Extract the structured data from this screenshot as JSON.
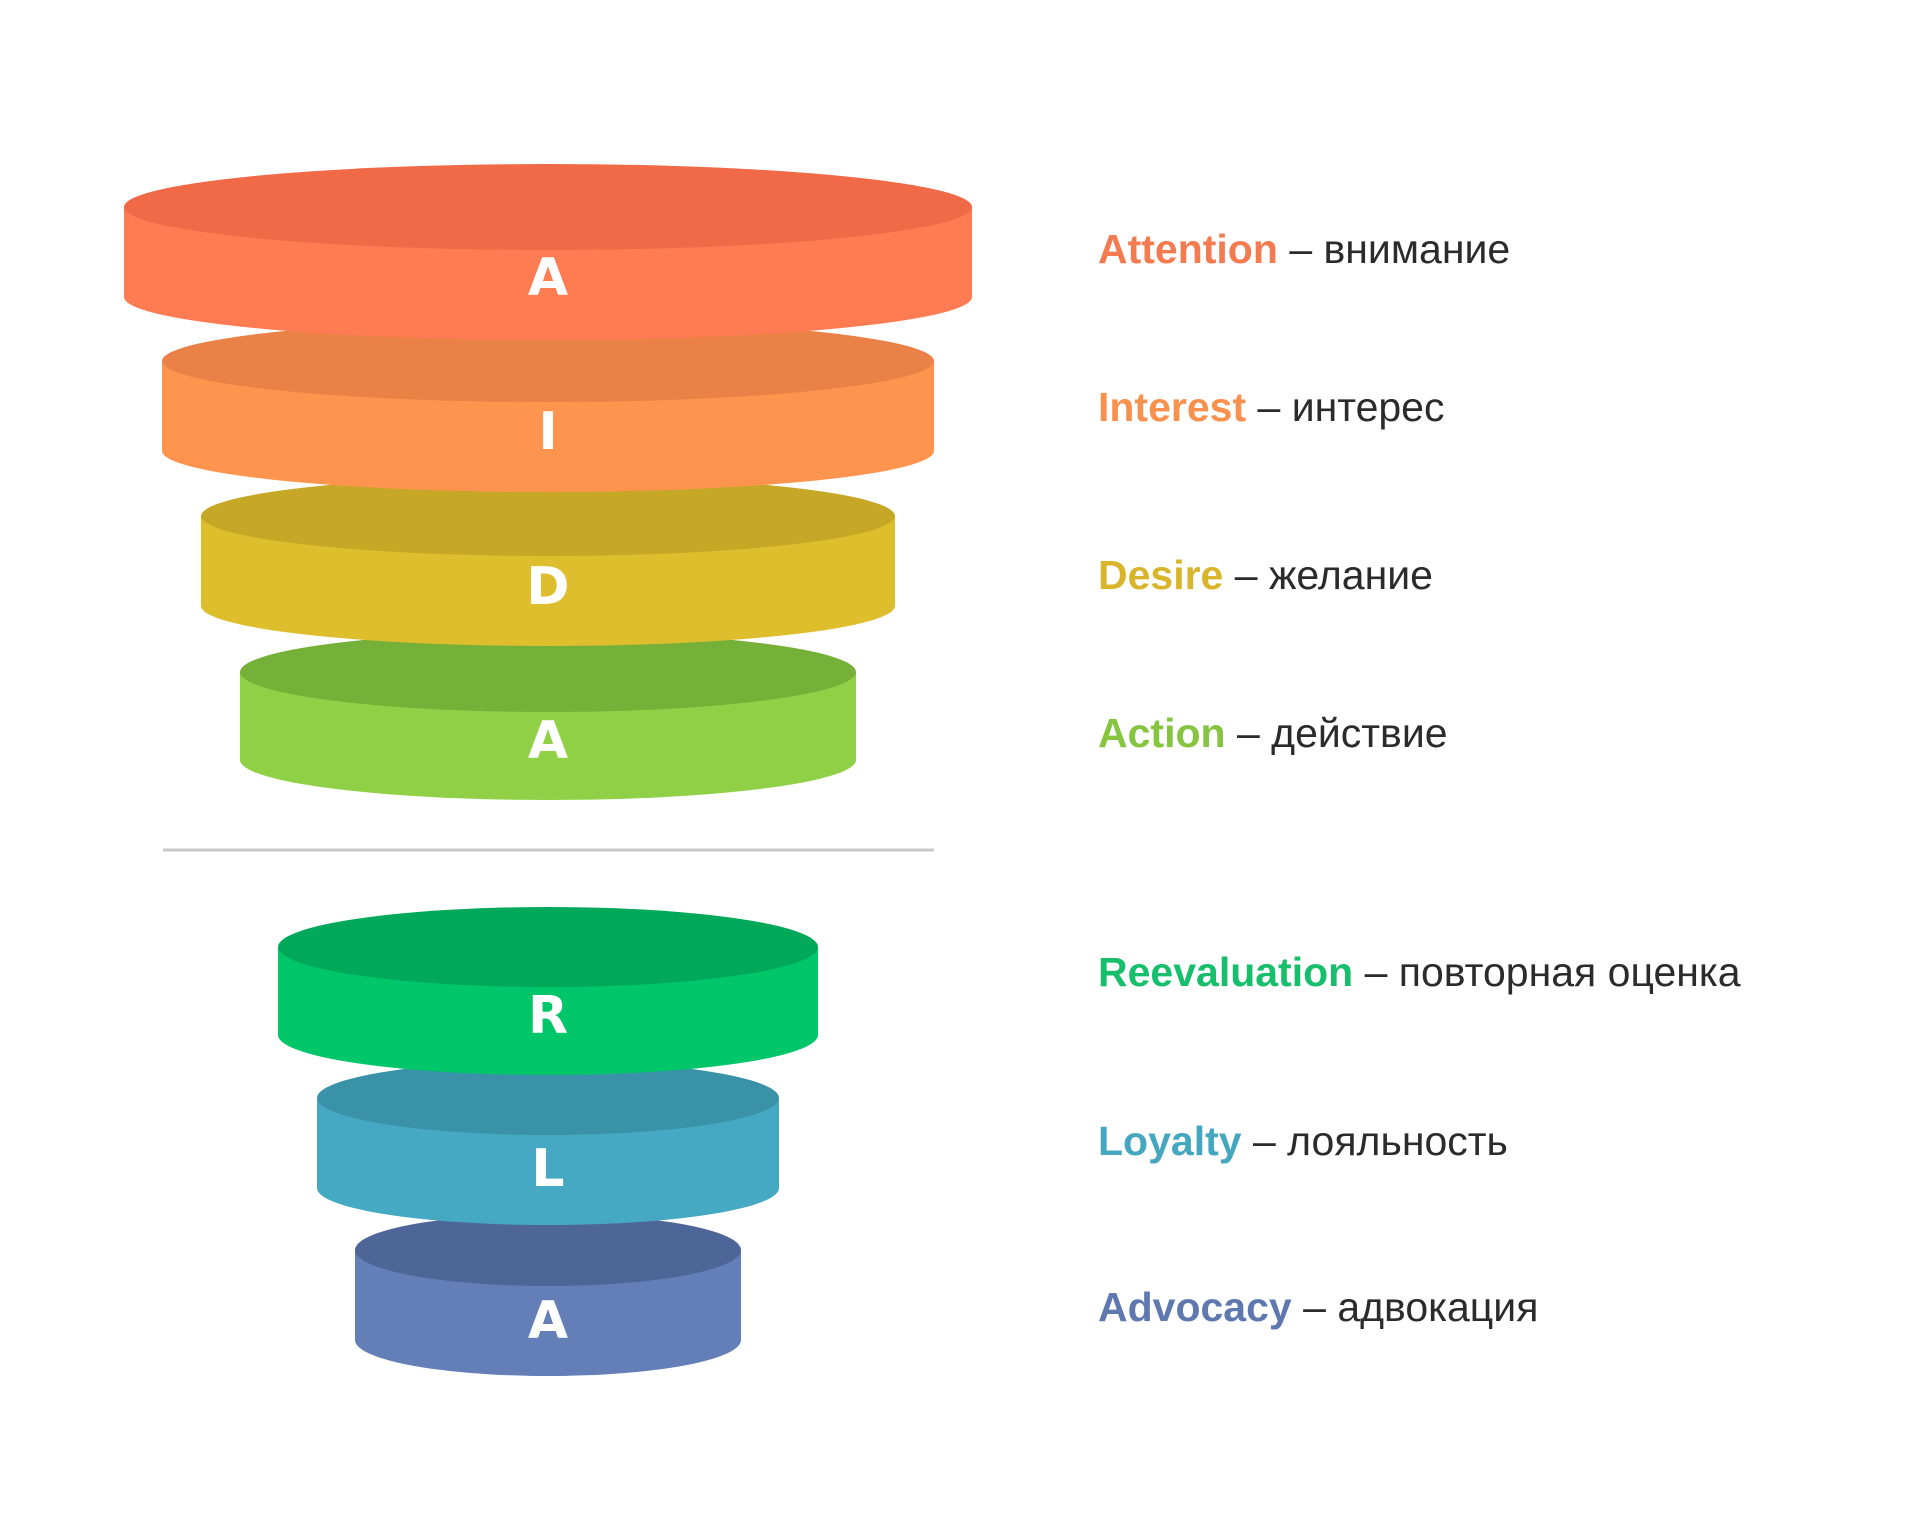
{
  "stages": [
    {
      "letter": "A",
      "term": "Attention",
      "translation": "– внимание",
      "colors": {
        "side": "#FF7B52",
        "top": "#F06A48"
      }
    },
    {
      "letter": "I",
      "term": "Interest",
      "translation": "– интерес",
      "colors": {
        "side": "#FF944E",
        "top": "#EA8146"
      }
    },
    {
      "letter": "D",
      "term": "Desire",
      "translation": "– желание",
      "colors": {
        "side": "#DFBE2E",
        "top": "#C6A726"
      }
    },
    {
      "letter": "A",
      "term": "Action",
      "translation": "– действие",
      "colors": {
        "side": "#90D046",
        "top": "#75B038"
      }
    },
    {
      "letter": "R",
      "term": "Reevaluation",
      "translation": "– повторная оценка",
      "colors": {
        "side": "#00C66A",
        "top": "#00A85A"
      }
    },
    {
      "letter": "L",
      "term": "Loyalty",
      "translation": "– лояльность",
      "colors": {
        "side": "#46A9C3",
        "top": "#3A92A8"
      }
    },
    {
      "letter": "A",
      "term": "Advocacy",
      "translation": "– адвокация",
      "colors": {
        "side": "#647FB8",
        "top": "#4E6598"
      }
    }
  ],
  "divider_color": "#C8C8C8",
  "term_colors": [
    "#F47B50",
    "#F8914E",
    "#D9B52B",
    "#86C540",
    "#17BE6C",
    "#44A7BF",
    "#5F78B0"
  ]
}
